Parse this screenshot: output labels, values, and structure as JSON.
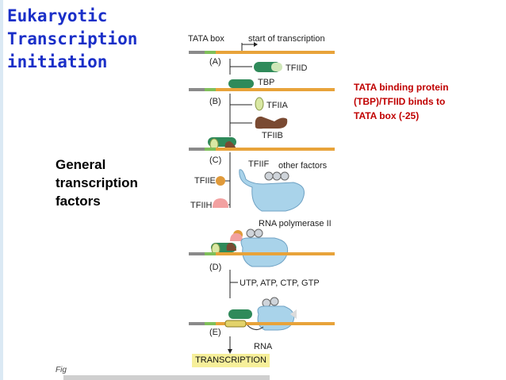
{
  "slide": {
    "title_lines": [
      "Eukaryotic",
      "Transcription",
      "initiation"
    ],
    "general_lines": [
      "General",
      "transcription",
      "factors"
    ],
    "note_lines": [
      "TATA binding protein",
      "(TBP)/TFIID binds to",
      "TATA box (-25)"
    ]
  },
  "diagram": {
    "tata_box": "TATA box",
    "start": "start of transcription",
    "steps": [
      "(A)",
      "(B)",
      "(C)",
      "(D)",
      "(E)"
    ],
    "tfiid": "TFIID",
    "tbp": "TBP",
    "tfiia": "TFIIA",
    "tfiib": "TFIIB",
    "tfiif": "TFIIF",
    "other": "other factors",
    "tfiie": "TFIIE",
    "tfiih": "TFIIH",
    "polii": "RNA polymerase II",
    "ntps": "UTP, ATP, CTP, GTP",
    "rna": "RNA",
    "transcription": "TRANSCRIPTION",
    "fig": "Fig"
  },
  "colors": {
    "title": "#1a2fc8",
    "note": "#c00000",
    "dna_orange": "#e8a33a",
    "dna_gray": "#8a8a8a",
    "tata_green": "#7fbf5a",
    "tbp_green": "#2f8a5a",
    "polymerase_blue": "#a9d3ea"
  }
}
